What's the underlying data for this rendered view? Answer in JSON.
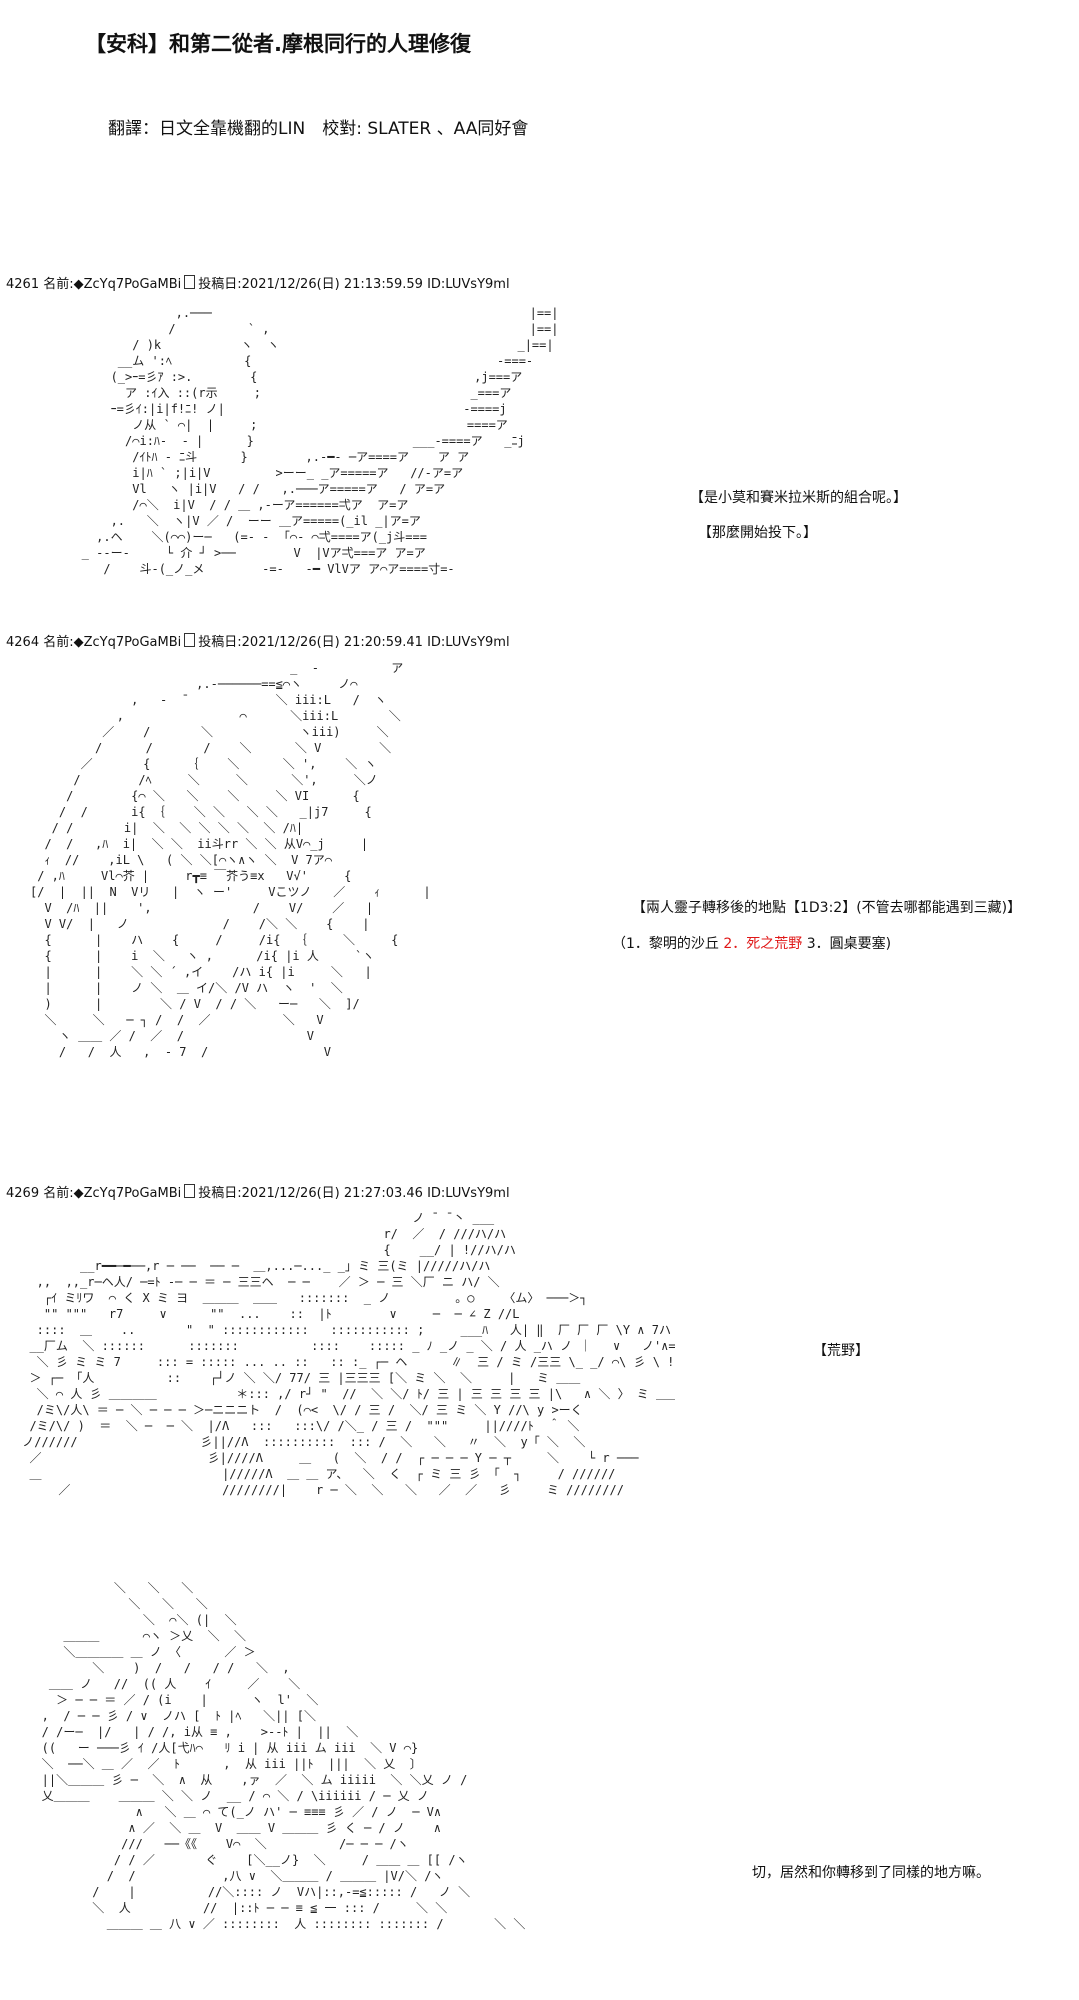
{
  "header": {
    "title": "【安科】和第二從者.摩根同行的人理修復",
    "credit": "翻譯：日文全靠機翻的LIN　校對: SLATER 、AA同好會"
  },
  "posts": [
    {
      "number": "4261",
      "name_label": "名前:",
      "trip": "◆ZcYq7PoGaMBi",
      "date_label": "投稿日:",
      "date": "2021/12/26(日) 21:13:59.59",
      "id": "ID:LUVsY9ml",
      "notes": [
        "【是小莫和賽米拉米斯的組合呢。】",
        "【那麼開始投下。】"
      ]
    },
    {
      "number": "4264",
      "name_label": "名前:",
      "trip": "◆ZcYq7PoGaMBi",
      "date_label": "投稿日:",
      "date": "2021/12/26(日) 21:20:59.41",
      "id": "ID:LUVsY9ml",
      "notes": [
        "【兩人靈子轉移後的地點【1D3:2】(不管去哪都能遇到三藏)】"
      ],
      "options": {
        "open": "（1．黎明的沙丘",
        "selected": "2．死之荒野",
        "rest": "3．圓桌要塞)"
      }
    },
    {
      "number": "4269",
      "name_label": "名前:",
      "trip": "◆ZcYq7PoGaMBi",
      "date_label": "投稿日:",
      "date": "2021/12/26(日) 21:27:03.46",
      "id": "ID:LUVsY9ml",
      "notes": [
        "【荒野】",
        "切，居然和你轉移到了同樣的地方嘛。"
      ]
    }
  ],
  "colors": {
    "highlight": "#e01818",
    "text": "#111111"
  }
}
